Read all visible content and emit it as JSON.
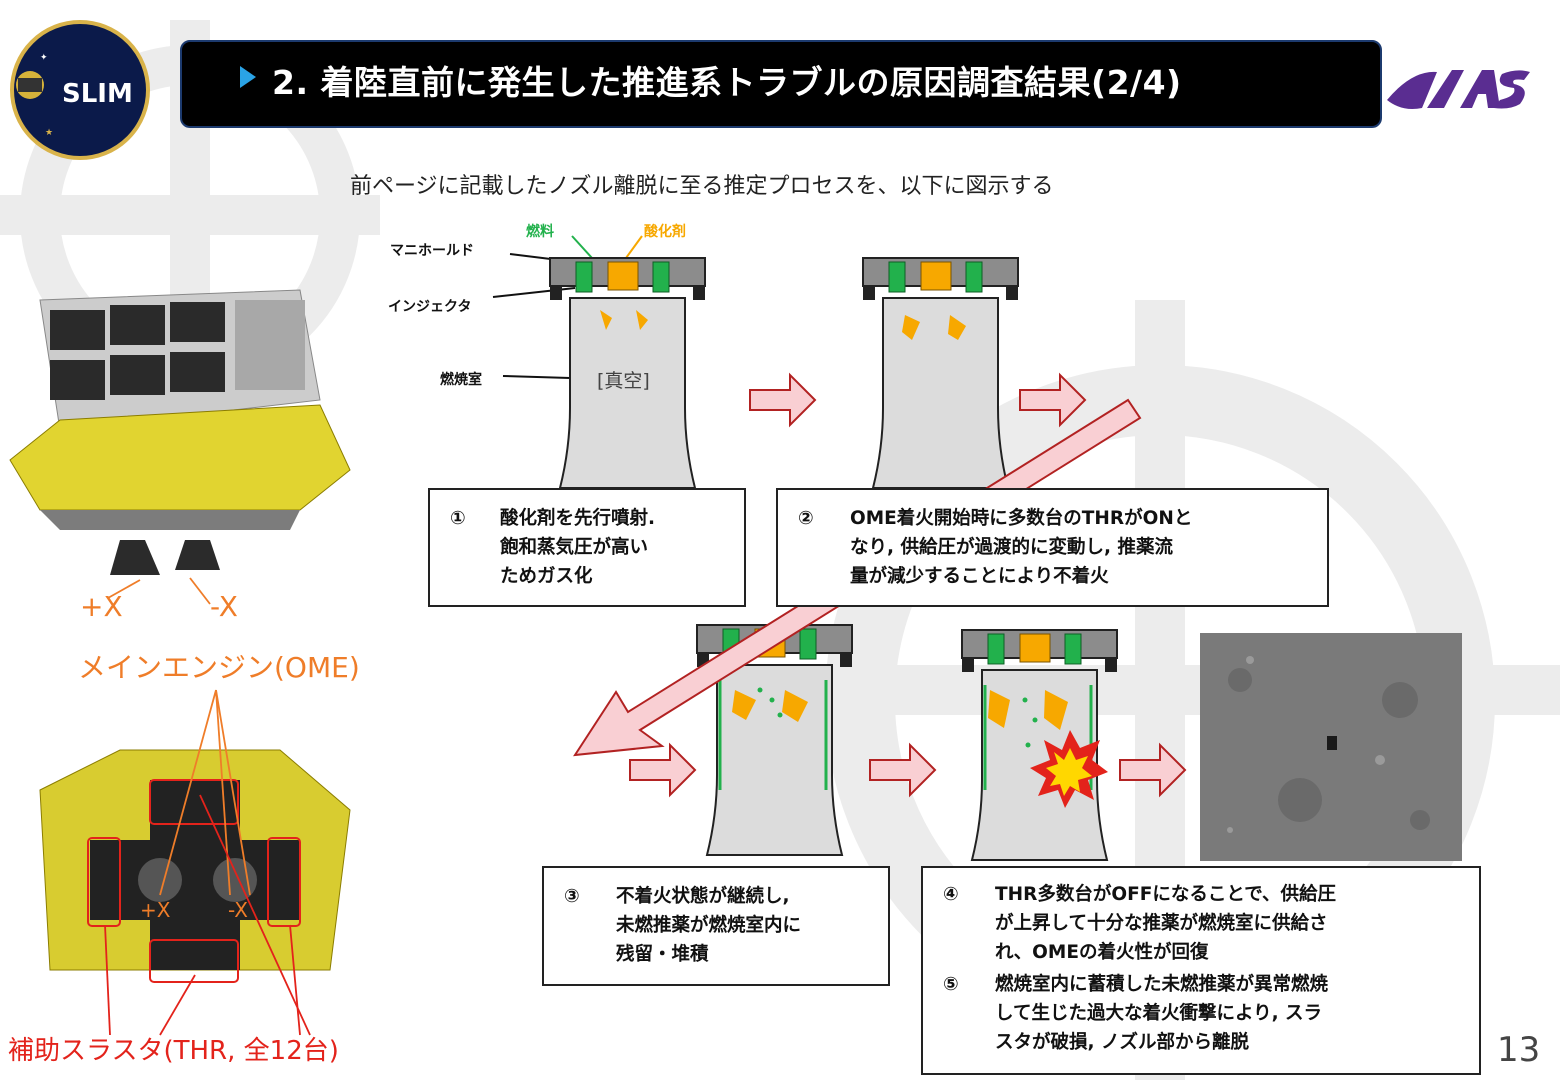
{
  "header": {
    "title": "2. 着陸直前に発生した推進系トラブルの原因調査結果(2/4)",
    "logo_text": "SLIM",
    "agency_logo_text": "ISAS",
    "page_number": "13"
  },
  "subtitle": "前ページに記載したノズル離脱に至る推定プロセスを、以下に図示する",
  "labels": {
    "manifold": "マニホールド",
    "injector": "インジェクタ",
    "chamber": "燃焼室",
    "fuel": "燃料",
    "oxidizer": "酸化剤",
    "vacuum": "[真空]"
  },
  "spacecraft": {
    "plus_x": "+X",
    "minus_x": "-X",
    "main_engine": "メインエンジン(OME)",
    "thruster_label": "補助スラスタ(THR, 全12台)"
  },
  "steps": [
    {
      "num": "①",
      "text": "酸化剤を先行噴射.\n飽和蒸気圧が高い\nためガス化"
    },
    {
      "num": "②",
      "text": "OME着火開始時に多数台のTHRがONと\nなり, 供給圧が過渡的に変動し, 推薬流\n量が減少することにより不着火"
    },
    {
      "num": "③",
      "text": "不着火状態が継続し,\n未燃推薬が燃焼室内に\n残留・堆積"
    },
    {
      "num": "④",
      "text": "THR多数台がOFFになることで、供給圧\nが上昇して十分な推薬が燃焼室に供給さ\nれ、OMEの着火性が回復"
    },
    {
      "num": "⑤",
      "text": "燃焼室内に蓄積した未燃推薬が異常燃焼\nして生じた過大な着火衝撃により, スラ\nスタが破損, ノズル部から離脱"
    }
  ],
  "colors": {
    "title_bg": "#000000",
    "title_arrow": "#2aa3e6",
    "fuel": "#22b14c",
    "oxidizer": "#f7a800",
    "arrow_fill": "#f9cfd3",
    "arrow_stroke": "#b22222",
    "orange_label": "#ef7d29",
    "red_label": "#e3231b",
    "chamber_fill": "#dcdcdc"
  }
}
